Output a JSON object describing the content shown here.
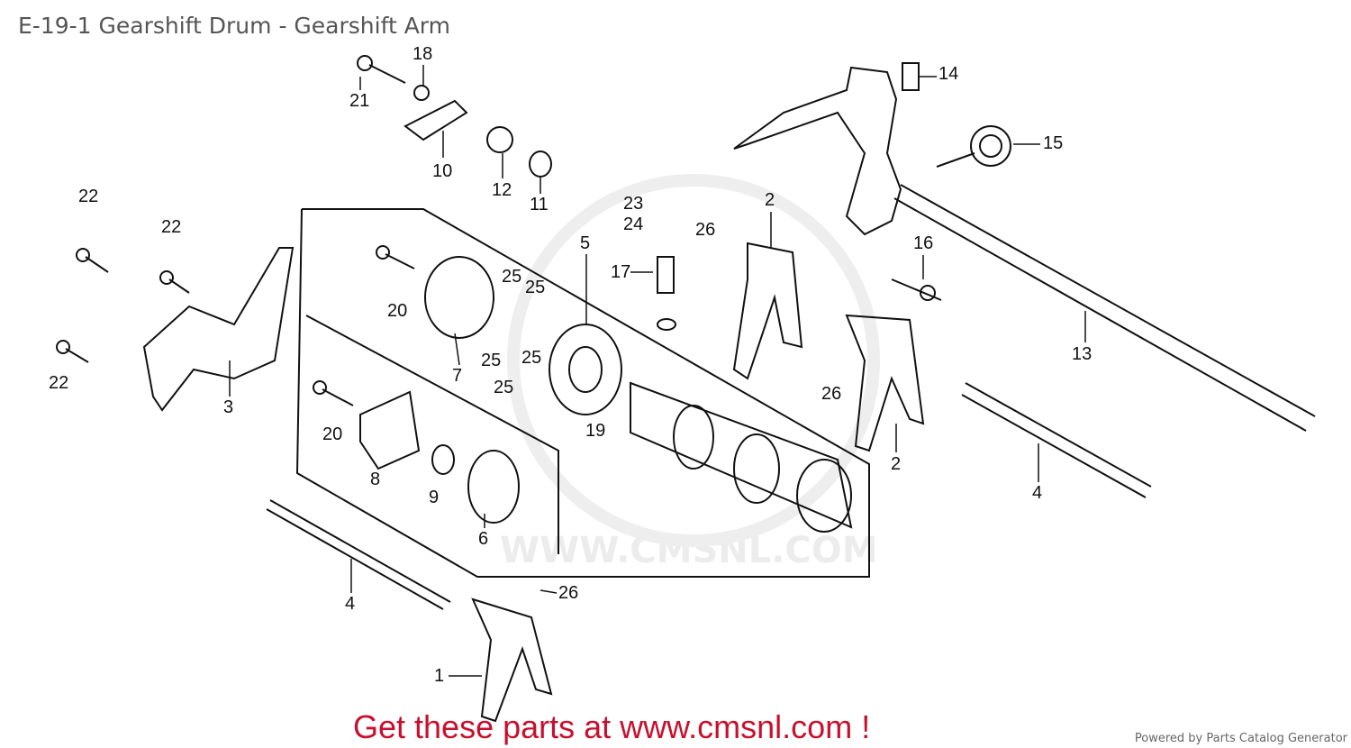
{
  "title": "E-19-1 Gearshift Drum - Gearshift Arm",
  "watermark": "WWW.CMSNL.COM",
  "callouts": [
    "1",
    "2",
    "2",
    "3",
    "4",
    "4",
    "5",
    "6",
    "7",
    "8",
    "9",
    "10",
    "11",
    "12",
    "13",
    "14",
    "15",
    "16",
    "17",
    "18",
    "19",
    "20",
    "20",
    "21",
    "22",
    "22",
    "22",
    "23",
    "24",
    "25",
    "25",
    "25",
    "25",
    "25",
    "26",
    "26",
    "26"
  ],
  "cta": "Get these parts at www.cmsnl.com !",
  "powered_by": "Powered by Parts Catalog Generator"
}
